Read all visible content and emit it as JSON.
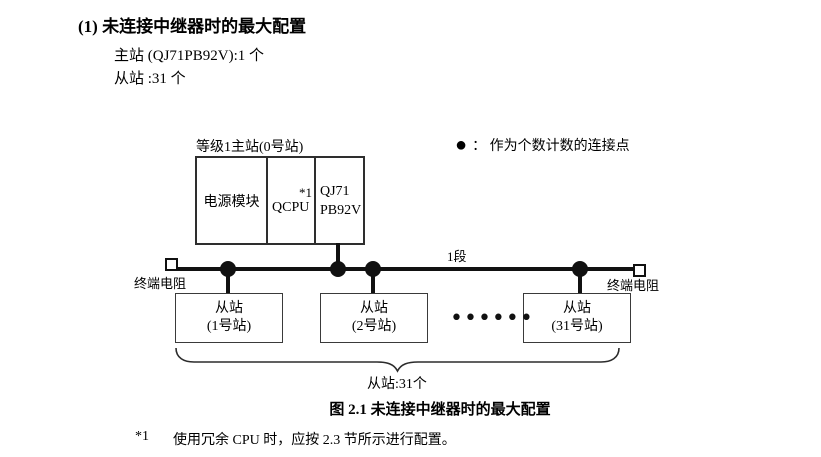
{
  "header": {
    "title": "(1) 未连接中继器时的最大配置",
    "master_line": "主站 (QJ71PB92V):1 个",
    "slave_line": "从站 :31 个"
  },
  "legend": {
    "dot": "●",
    "text": "：  作为个数计数的连接点"
  },
  "diagram": {
    "master": {
      "label": "等级1主站(0号站)",
      "modules": {
        "power": "电源模块",
        "cpu": "QCPU",
        "cpu_note": "*1",
        "network_line1": "QJ71",
        "network_line2": "PB92V"
      }
    },
    "segment_label": "1段",
    "terminator_left": "终端电阻",
    "terminator_right": "终端电阻",
    "slaves": [
      {
        "name": "从站",
        "station": "(1号站)"
      },
      {
        "name": "从站",
        "station": "(2号站)"
      },
      {
        "name": "从站",
        "station": "(31号站)"
      }
    ],
    "ellipsis": "••••••",
    "brace_label": "从站:31个"
  },
  "caption": "图 2.1 未连接中继器时的最大配置",
  "footnote": {
    "marker": "*1",
    "text": "使用冗余 CPU 时，应按 2.3 节所示进行配置。"
  },
  "colors": {
    "line": "#111111",
    "box_border": "#2e2e2e",
    "text": "#000000",
    "background": "#ffffff"
  }
}
